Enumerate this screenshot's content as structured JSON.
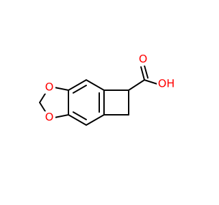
{
  "diagram": {
    "type": "chemical-structure",
    "atoms": {
      "o_ring_top": "O",
      "o_ring_bottom": "O",
      "o_carbonyl": "O",
      "oh_label": "OH"
    },
    "colors": {
      "bond": "#000000",
      "oxygen": "#ff0000",
      "background": "#ffffff"
    }
  }
}
